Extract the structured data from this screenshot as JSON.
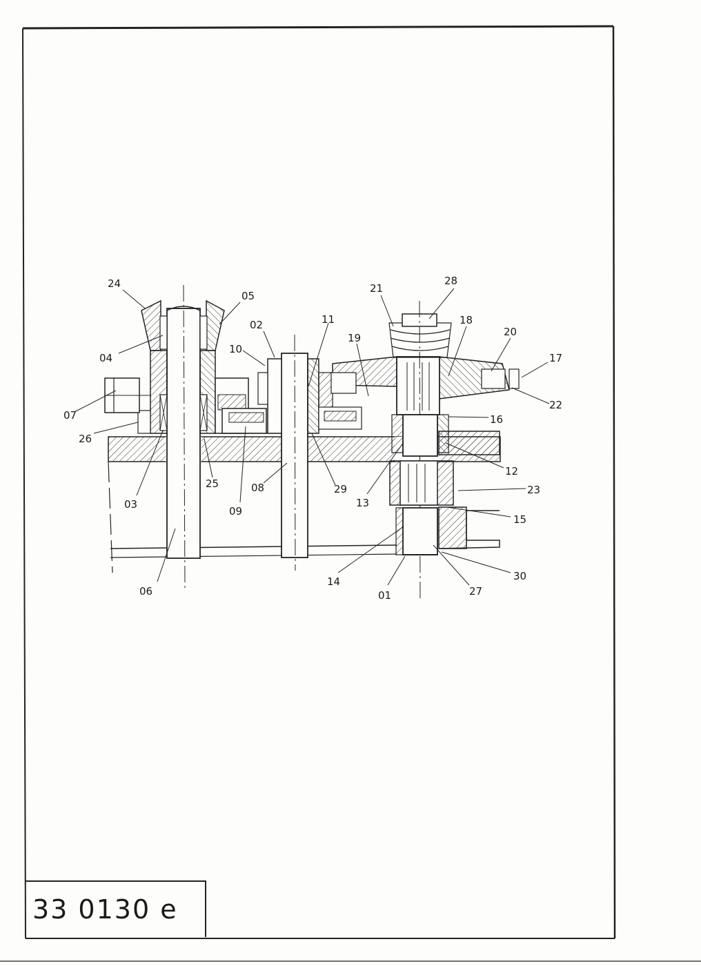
{
  "drawing": {
    "code": "33 0130 e",
    "part_numbers": [
      {
        "id": "01",
        "label": "01"
      },
      {
        "id": "02",
        "label": "02"
      },
      {
        "id": "03",
        "label": "03"
      },
      {
        "id": "04",
        "label": "04"
      },
      {
        "id": "05",
        "label": "05"
      },
      {
        "id": "06",
        "label": "06"
      },
      {
        "id": "07",
        "label": "07"
      },
      {
        "id": "08",
        "label": "08"
      },
      {
        "id": "09",
        "label": "09"
      },
      {
        "id": "10",
        "label": "10"
      },
      {
        "id": "11",
        "label": "11"
      },
      {
        "id": "12",
        "label": "12"
      },
      {
        "id": "13",
        "label": "13"
      },
      {
        "id": "14",
        "label": "14"
      },
      {
        "id": "15",
        "label": "15"
      },
      {
        "id": "16",
        "label": "16"
      },
      {
        "id": "17",
        "label": "17"
      },
      {
        "id": "18",
        "label": "18"
      },
      {
        "id": "19",
        "label": "19"
      },
      {
        "id": "20",
        "label": "20"
      },
      {
        "id": "21",
        "label": "21"
      },
      {
        "id": "22",
        "label": "22"
      },
      {
        "id": "23",
        "label": "23"
      },
      {
        "id": "24",
        "label": "24"
      },
      {
        "id": "25",
        "label": "25"
      },
      {
        "id": "26",
        "label": "26"
      },
      {
        "id": "27",
        "label": "27"
      },
      {
        "id": "28",
        "label": "28"
      },
      {
        "id": "29",
        "label": "29"
      },
      {
        "id": "30",
        "label": "30"
      }
    ]
  }
}
